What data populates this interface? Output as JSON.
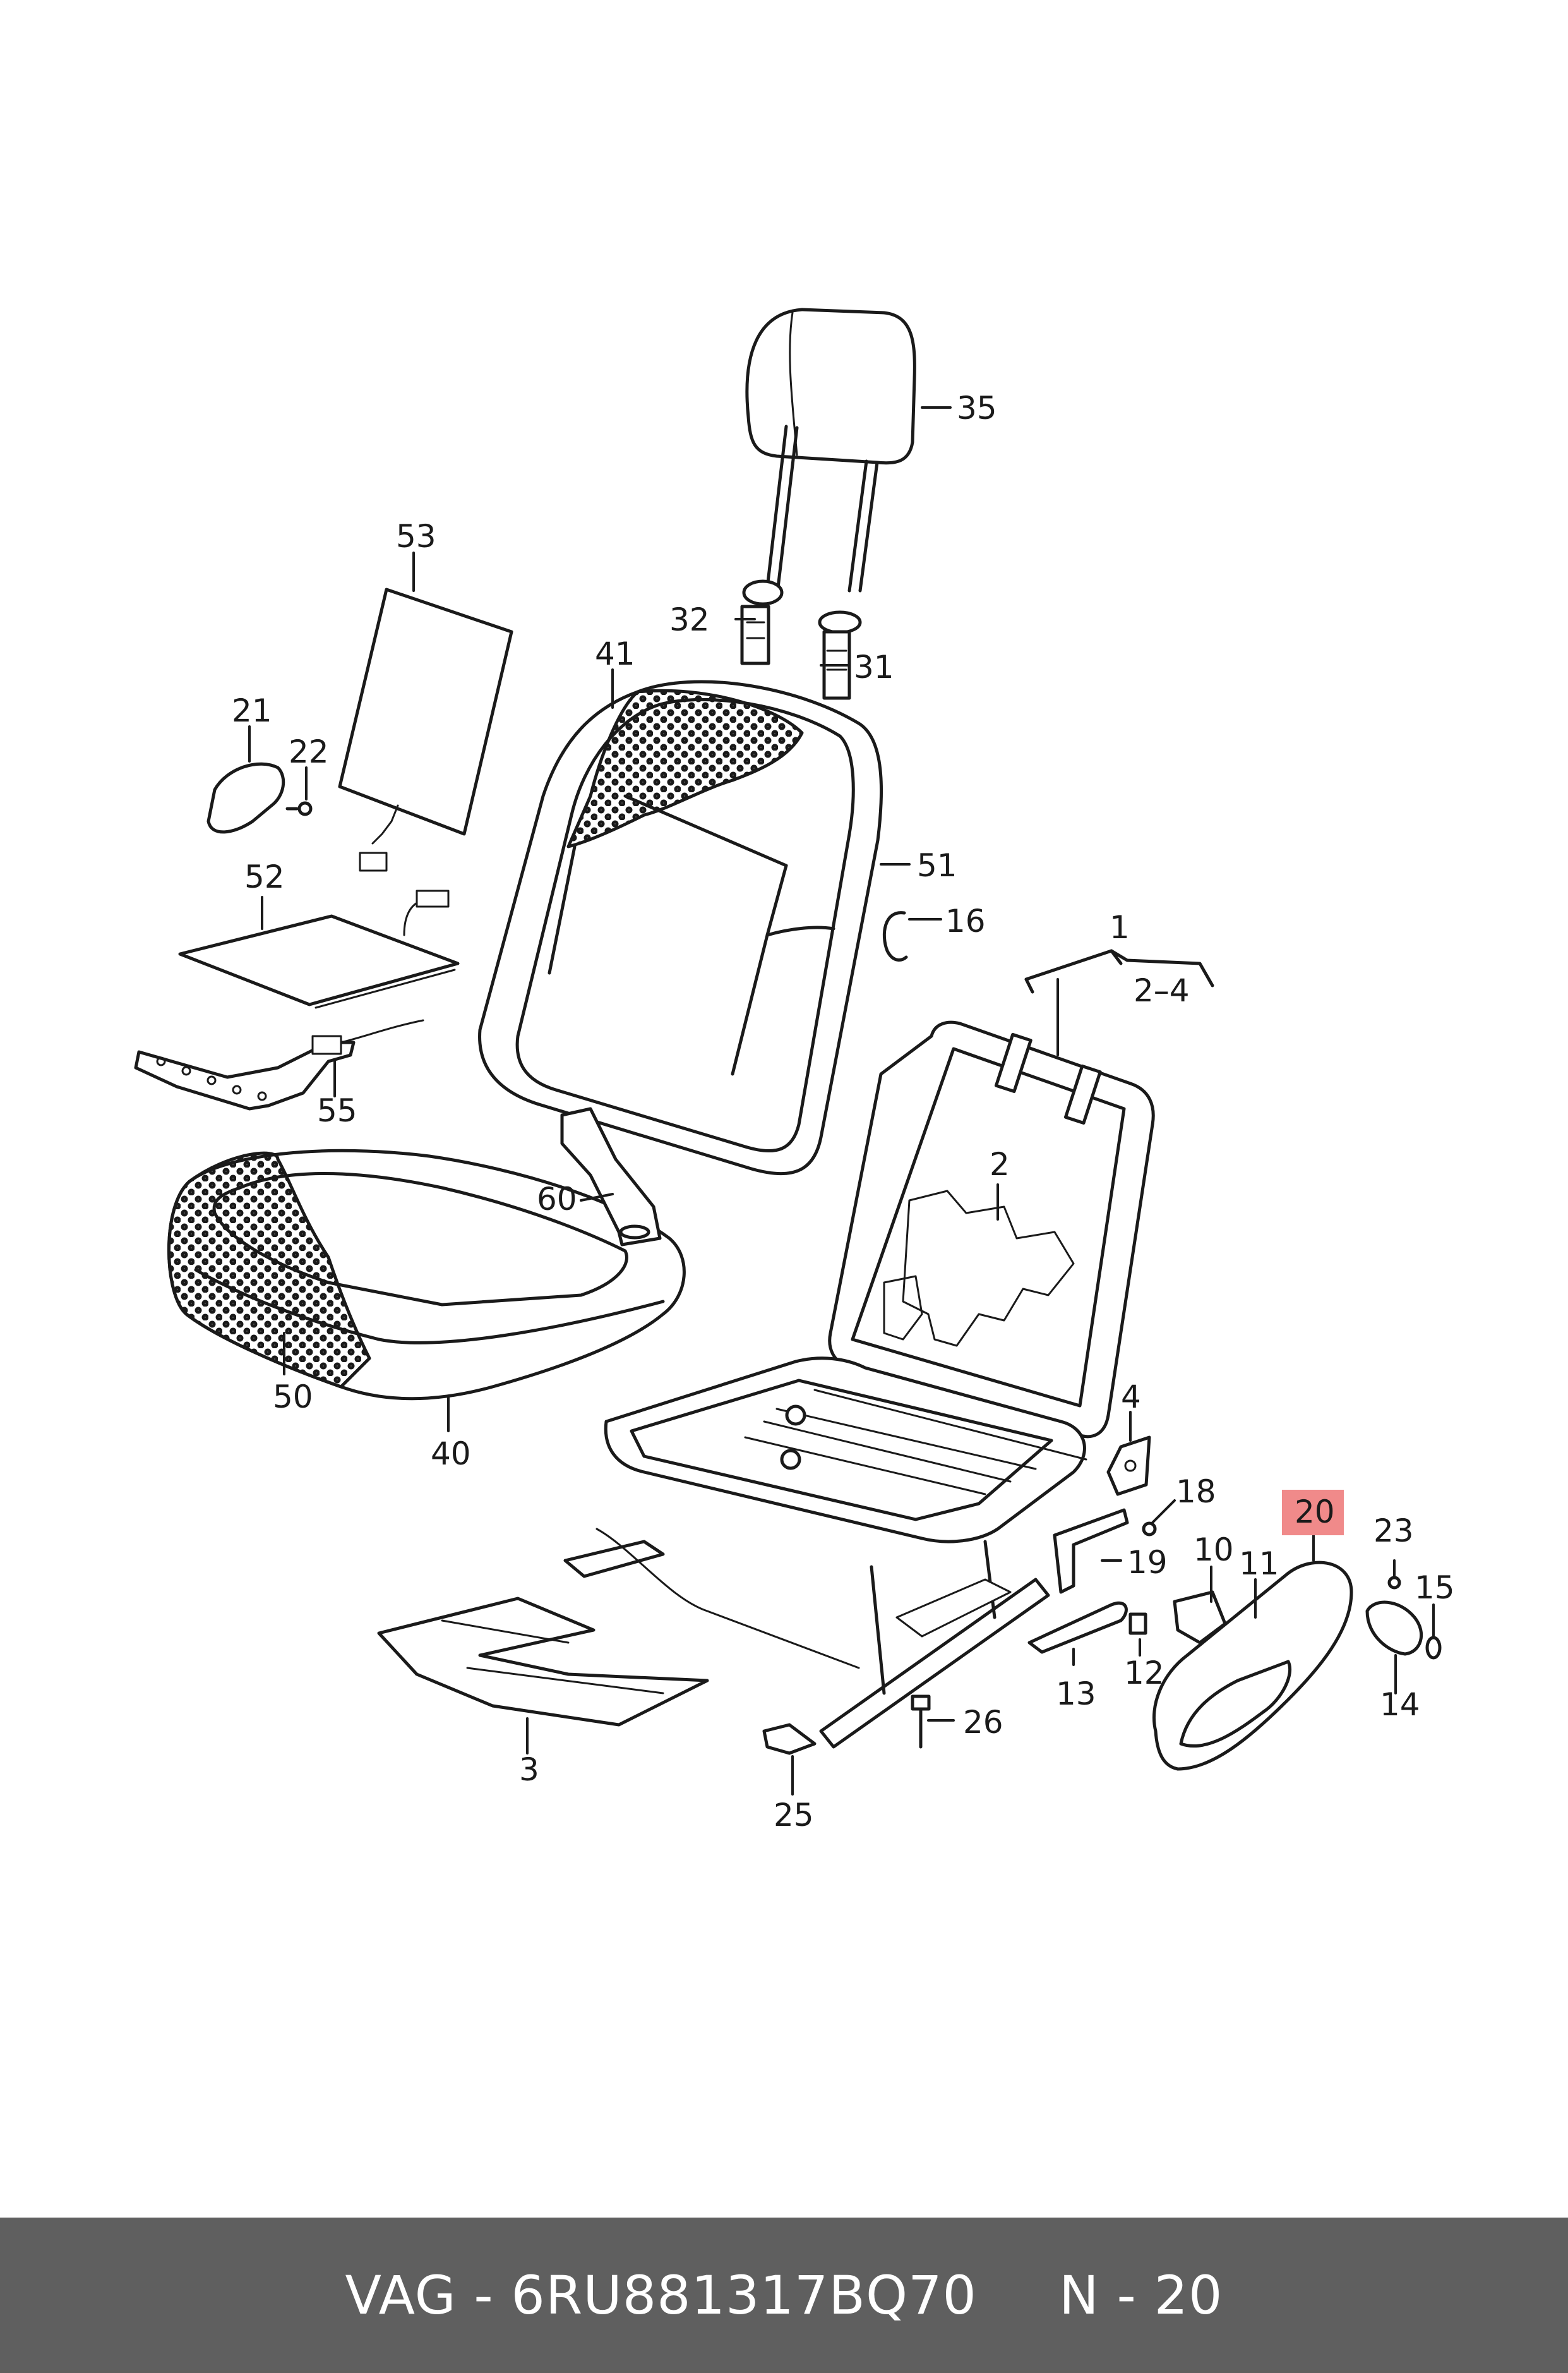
{
  "footer": {
    "brand": "VAG",
    "separator": "-",
    "part_number": "6RU881317BQ70",
    "ref_label": "N - 20"
  },
  "highlight_color": "#f08a8a",
  "callouts": {
    "c1": "1",
    "c2_4": "2–4",
    "c2": "2",
    "c3": "3",
    "c4": "4",
    "c10": "10",
    "c11": "11",
    "c12": "12",
    "c13": "13",
    "c14": "14",
    "c15": "15",
    "c16": "16",
    "c18": "18",
    "c19": "19",
    "c20": "20",
    "c21": "21",
    "c22": "22",
    "c23": "23",
    "c25": "25",
    "c26": "26",
    "c31": "31",
    "c32": "32",
    "c35": "35",
    "c40": "40",
    "c41": "41",
    "c50": "50",
    "c51": "51",
    "c52": "52",
    "c53": "53",
    "c55": "55",
    "c60": "60"
  }
}
